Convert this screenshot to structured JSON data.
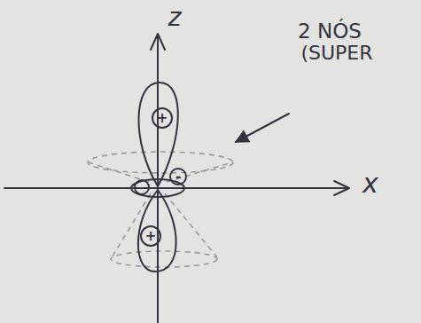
{
  "diagram": {
    "labels": [
      "z",
      "2 NÓS",
      "(SUPER",
      "+",
      "x",
      "-",
      "+"
    ]
  }
}
